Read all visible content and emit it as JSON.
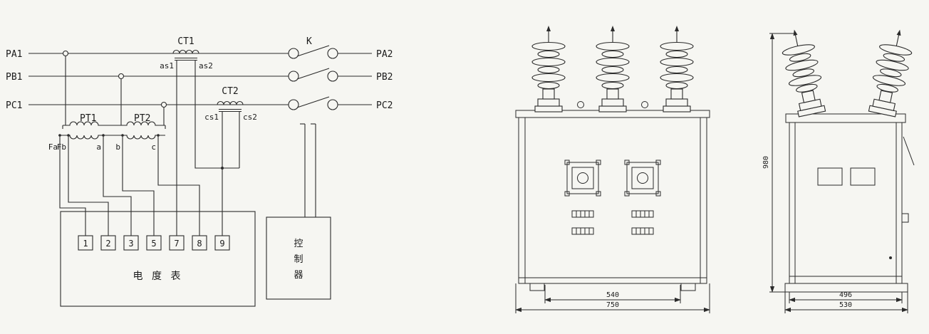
{
  "schematic": {
    "phases_in": [
      "PA1",
      "PB1",
      "PC1"
    ],
    "phases_out": [
      "PA2",
      "PB2",
      "PC2"
    ],
    "switch_label": "K",
    "ct1": {
      "label": "CT1",
      "terminals": [
        "as1",
        "as2"
      ]
    },
    "ct2": {
      "label": "CT2",
      "terminals": [
        "cs1",
        "cs2"
      ]
    },
    "pt1_label": "PT1",
    "pt2_label": "PT2",
    "pt_secondary_terminals": [
      "Fa",
      "Fb",
      "a",
      "b",
      "c"
    ],
    "meter": {
      "terminals": [
        "1",
        "2",
        "3",
        "5",
        "7",
        "8",
        "9"
      ],
      "label": "电 度 表"
    },
    "controller": {
      "label": "控制器",
      "chars": [
        "控",
        "制",
        "器"
      ]
    }
  },
  "front_view": {
    "dims": {
      "inner_width": "540",
      "outer_width": "750"
    }
  },
  "side_view": {
    "dims": {
      "height": "980",
      "inner_width": "496",
      "outer_width": "530"
    }
  }
}
